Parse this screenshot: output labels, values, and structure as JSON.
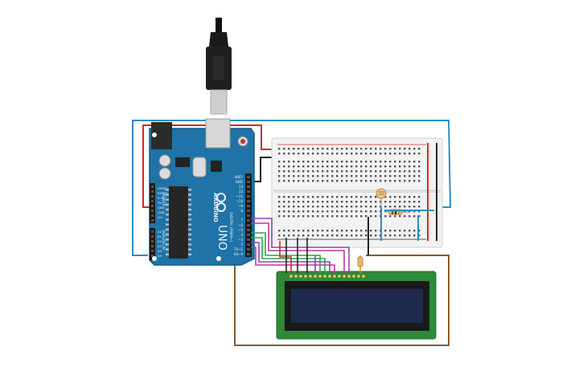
{
  "arduino": {
    "brand": "ARDUINO",
    "model": "UNO",
    "label_digital": "DIGITAL (PWM~)",
    "label_analog": "ANALOG IN",
    "label_power": "POWER",
    "pins_top": [
      "AREF",
      "GND",
      "13",
      "12",
      "~11",
      "~10",
      "~9",
      "8"
    ],
    "pins_bottom": [
      "7",
      "~6",
      "~5",
      "4",
      "~3",
      "2",
      "TX→1",
      "RX←0"
    ],
    "power_pins": [
      "IOREF",
      "RESET",
      "3.3V",
      "5V",
      "GND",
      "GND",
      "Vin"
    ],
    "analog_pins": [
      "A0",
      "A1",
      "A2",
      "A3",
      "A4",
      "A5"
    ]
  },
  "colors": {
    "board": "#1f73a8",
    "board_dark": "#155a85",
    "breadboard": "#f2f2f2",
    "lcd_pcb": "#2e8b3a",
    "lcd_screen": "#1e2a4d",
    "wire_red": "#d62828",
    "wire_black": "#222222",
    "wire_blue": "#2a8fc4",
    "wire_green": "#2aa84a",
    "wire_purple": "#8e44ad",
    "wire_magenta": "#c2349b",
    "wire_brown": "#8b5a2b",
    "wire_orange": "#e08a1e"
  },
  "components": [
    "usb-cable",
    "arduino-uno",
    "breadboard",
    "photoresistor",
    "resistor",
    "lcd-16x2",
    "potentiometer-resistor"
  ]
}
